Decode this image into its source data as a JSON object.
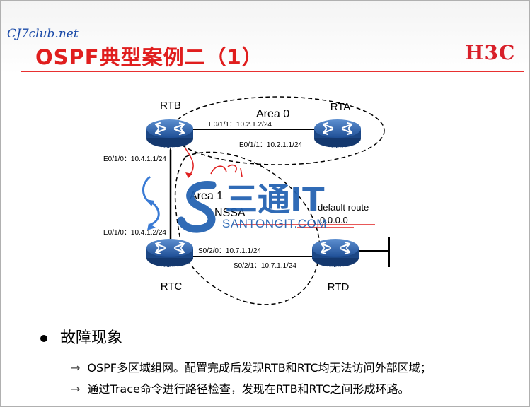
{
  "title": "OSPF典型案例二（1）",
  "brand_logo": "H3C",
  "watermark_top": "CJ7club.net",
  "watermark_center_cn": "三通IT",
  "watermark_center_en": "SANTONGIT.COM",
  "colors": {
    "title": "#e01e1e",
    "brand": "#d8202a",
    "router": "#2a5fa8",
    "watermark_blue": "#1f5fb0",
    "annotation_red": "#e02020"
  },
  "diagram": {
    "area0_label": "Area 0",
    "area1_label": "Area 1",
    "nssa_label": "NSSA",
    "default_route_label": "default route",
    "default_route_value": "0.0.0.0",
    "routers": {
      "rtb": {
        "name": "RTB",
        "badge": "ROUTER"
      },
      "rta": {
        "name": "RTA",
        "badge": "ROUTER"
      },
      "rtc": {
        "name": "RTC",
        "badge": "ROUTER"
      },
      "rtd": {
        "name": "RTD",
        "badge": "ROUTER"
      }
    },
    "interfaces": {
      "rtb_e011": "E0/1/1：10.2.1.2/24",
      "rta_e011": "E0/1/1：10.2.1.1/24",
      "rtb_e010": "E0/1/0：10.4.1.1/24",
      "rtc_e010": "E0/1/0：10.4.1.2/24",
      "rtc_s020": "S0/2/0：10.7.1.1/24",
      "rtd_s021": "S0/2/1：10.7.1.1/24"
    }
  },
  "section": {
    "heading": "故障现象",
    "items": [
      {
        "arrow": "→",
        "text": "OSPF多区域组网。配置完成后发现RTB和RTC均无法访问外部区域；"
      },
      {
        "arrow": "→",
        "text": "通过Trace命令进行路径检查，发现在RTB和RTC之间形成环路。"
      }
    ]
  }
}
